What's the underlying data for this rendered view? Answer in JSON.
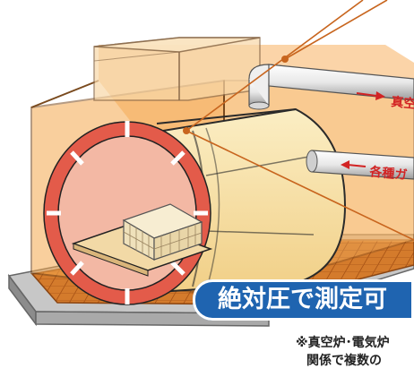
{
  "badge": {
    "text": "絶対圧で測定可"
  },
  "notes": {
    "line1": "※真空炉･電気炉",
    "line2": "関係で複数の"
  },
  "arrows": {
    "upper_label": "真空",
    "lower_label": "各種ガ"
  },
  "colors": {
    "badge_bg": "#1f64b0",
    "enclosure": "#f5a84e",
    "cylinder": "#f7e3a5",
    "refractory": "#e35b4a",
    "floor": "#d27a2a",
    "leader_line": "#c8651e",
    "arrow_red": "#d22323"
  }
}
